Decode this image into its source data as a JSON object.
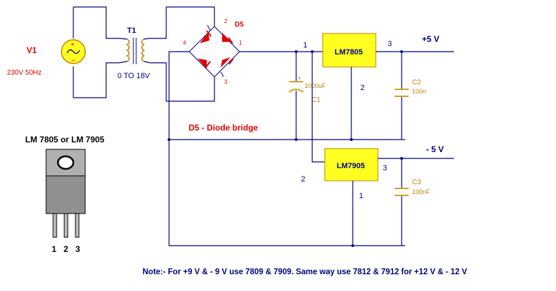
{
  "source": {
    "name": "V1",
    "rating": "230V 50Hz"
  },
  "transformer": {
    "name": "T1",
    "ratio": "0 TO 18V"
  },
  "bridge": {
    "name": "D5",
    "pins": [
      "1",
      "2",
      "3",
      "4"
    ],
    "caption": "D5 - Diode bridge"
  },
  "c1": {
    "name": "C1",
    "value": "1000uF",
    "polarity": "+"
  },
  "c2": {
    "name": "C2",
    "value": "100n"
  },
  "c3": {
    "name": "C3",
    "value": "100nF"
  },
  "reg_pos": {
    "name": "LM7805",
    "pin_in": "1",
    "pin_gnd": "2",
    "pin_out": "3",
    "output": "+5 V"
  },
  "reg_neg": {
    "name": "LM7905",
    "pin_in": "2",
    "pin_gnd": "1",
    "pin_out": "3",
    "output": "- 5 V"
  },
  "package": {
    "title": "LM 7805 or LM 7905",
    "pins": [
      "1",
      "2",
      "3"
    ]
  },
  "note": "Note:- For +9 V & - 9 V use 7809 & 7909. Same way use 7812 & 7912 for +12 V & - 12 V",
  "colors": {
    "wire": "#000080",
    "label_red": "#e00000",
    "chip_fill": "#ffff20",
    "capacitor": "#d4a020"
  }
}
